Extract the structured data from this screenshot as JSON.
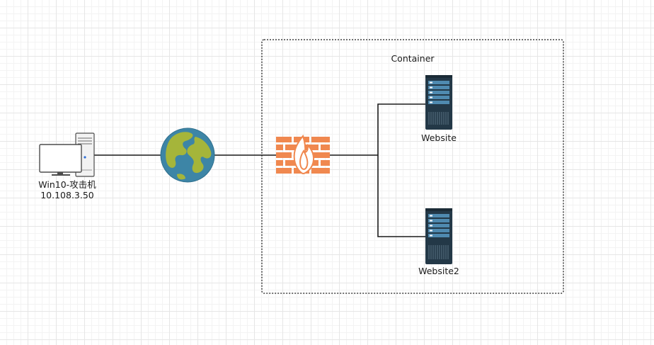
{
  "diagram": {
    "container": {
      "label": "Container"
    },
    "attacker": {
      "name": "Win10-攻击机",
      "ip": "10.108.3.50",
      "icon": "desktop-computer-icon"
    },
    "internet": {
      "icon": "globe-icon"
    },
    "firewall": {
      "icon": "firewall-icon"
    },
    "servers": [
      {
        "label": "Website",
        "icon": "server-rack-icon"
      },
      {
        "label": "Website2",
        "icon": "server-rack-icon"
      }
    ],
    "colors": {
      "line": "#1a1a1a",
      "globe_ocean": "#3d85a6",
      "globe_land": "#a5b53a",
      "firewall": "#f0884f",
      "server_body": "#233847",
      "server_accent": "#4f8ab0",
      "monitor": "#d4d4d4"
    }
  }
}
